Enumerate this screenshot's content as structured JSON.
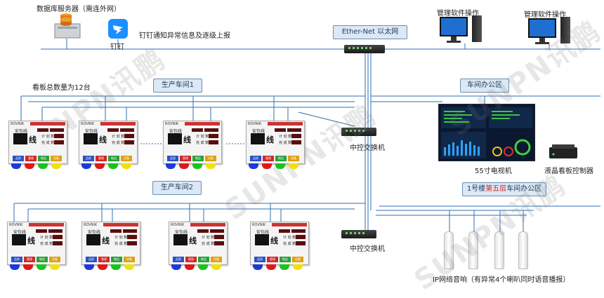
{
  "top": {
    "server_label": "数据库服务器（需连外网）",
    "dingtalk_label": "钉钉",
    "dingtalk_note": "钉钉通知异常信息及逐级上报",
    "network_label": "Ether-Net 以太网",
    "mgmt_label_1": "管理软件操作",
    "mgmt_label_2": "管理软件操作"
  },
  "count_label": "看板总数量为12台",
  "workshop1": {
    "label": "生产车间1",
    "switch_label": "中控交换机"
  },
  "workshop2": {
    "label": "生产车间2",
    "switch_label": "中控交换机"
  },
  "office": {
    "label": "车间办公区",
    "tv_label": "55寸电视机",
    "controller_label": "液晶看板控制器"
  },
  "office2": {
    "prefix": "1号楼",
    "highlight": "第五层",
    "suffix": "车间办公区"
  },
  "speaker_label": "IP网络音响（有异常4个喇叭同时语音播报）",
  "board": {
    "brand": "ROVNIK",
    "line_name": "安包线",
    "line_char": "线",
    "metric_plan": "计 划 数",
    "metric_done": "完 成 数",
    "buttons": [
      "品质",
      "管理",
      "物品",
      "设备"
    ]
  },
  "watermark": "SUNPN讯鹏",
  "colors": {
    "line": "#2f6fb0",
    "box_bg": "#dbe8f5",
    "highlight": "#e02020",
    "lamp_blue": "#1d3ad8",
    "lamp_red": "#e01818",
    "lamp_green": "#1cc21c",
    "lamp_yellow": "#f0e010",
    "btn_blue": "#2a52c8",
    "btn_red": "#d02828",
    "btn_green": "#2aa03a",
    "btn_yellow": "#e0a010"
  }
}
